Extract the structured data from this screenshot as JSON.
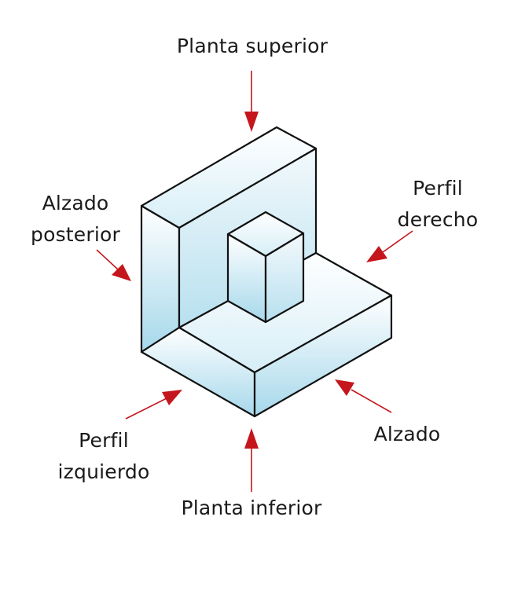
{
  "labels": {
    "top_view": "Planta superior",
    "rear_view_line1": "Alzado",
    "rear_view_line2": "posterior",
    "right_profile_line1": "Perfil",
    "right_profile_line2": "derecho",
    "left_profile_line1": "Perfil",
    "left_profile_line2": "izquierdo",
    "front_view": "Alzado",
    "bottom_view": "Planta inferior"
  },
  "colors": {
    "arrow": "#c4161c",
    "face_light": "#f4f9fc",
    "face_dark": "#9fd4e8",
    "outline": "#111111"
  }
}
